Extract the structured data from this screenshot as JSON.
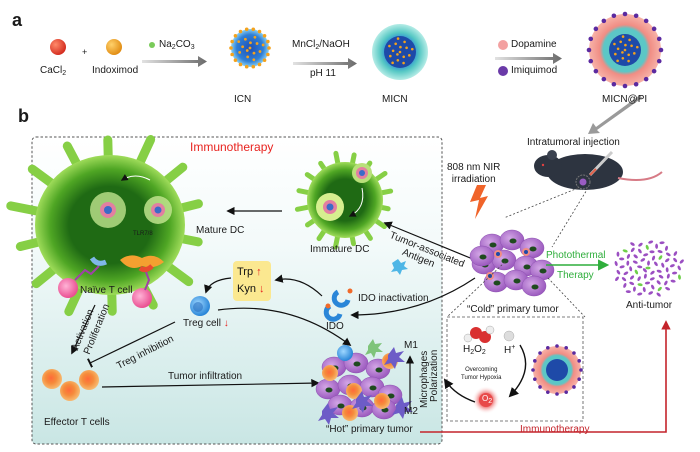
{
  "panel_a": {
    "label": "a",
    "reagents": [
      "CaCl",
      "Indoximod"
    ],
    "cacl_sub": "2",
    "plus": "+",
    "step1": {
      "reagent_pre": "Na",
      "reagent_sub1": "2",
      "reagent_mid": "CO",
      "reagent_sub2": "3"
    },
    "product1": "ICN",
    "step2": {
      "top_pre": "MnCl",
      "top_sub": "2",
      "top_post": "/NaOH",
      "bottom": "pH 11"
    },
    "product2": "MICN",
    "step3": {
      "reagent1": "Dopamine",
      "reagent2": "Imiquimod"
    },
    "product3": "MICN@PI"
  },
  "panel_b": {
    "label": "b",
    "box_title": "Immunotherapy",
    "injection": "Intratumoral injection",
    "nir_line1": "808 nm NIR",
    "nir_line2": "irradiation",
    "mature_dc": "Mature DC",
    "immature_dc": "Immature DC",
    "tlr": "TLR7/8",
    "antigen_line1": "Tumor-associated",
    "antigen_line2": "Antigen",
    "trp": "Trp",
    "kyn": "Kyn",
    "ido": "IDO",
    "ido_inactivation": "IDO inactivation",
    "naive_t": "Naïve T cell",
    "activation": "Activation",
    "proliferation": "Proliferation",
    "treg": "Treg cell",
    "treg_inhibition": "Treg inhibition",
    "effector": "Effector T cells",
    "infiltration": "Tumor infiltration",
    "m1": "M1",
    "m2": "M2",
    "macro_line1": "Microphages",
    "macro_line2": "Polarization",
    "hot_tumor": "“Hot” primary tumor",
    "cold_tumor": "“Cold” primary tumor",
    "ptt_line1": "Photothermal",
    "ptt_line2": "Therapy",
    "anti_tumor": "Anti-tumor",
    "h2o2_pre": "H",
    "h2o2_sub1": "2",
    "h2o2_mid": "O",
    "h2o2_sub2": "2",
    "hplus": "H",
    "hplus_sup": "+",
    "hypoxia_line1": "Overcoming",
    "hypoxia_line2": "Tumor Hypoxia",
    "o2": "O",
    "o2_sub": "2",
    "immunotherapy_bottom": "Immunotherapy",
    "up_arrow": "↑",
    "down_arrow": "↓"
  },
  "colors": {
    "immuno_red": "#e8231f",
    "ptt_green": "#2fae3c",
    "loop_red": "#c4242b",
    "dc_green": "#6cc133",
    "tumor_purple": "#a76bc7",
    "box_bg": "#d5ecea"
  }
}
